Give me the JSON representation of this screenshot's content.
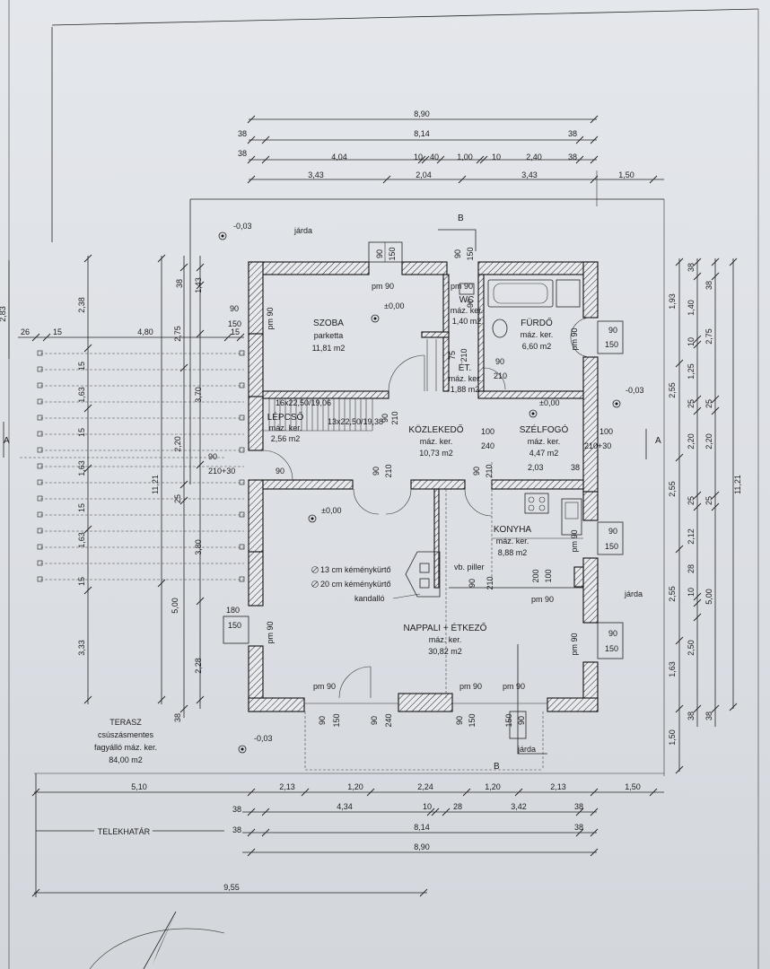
{
  "top_dims": {
    "row1": [
      "8,90"
    ],
    "row2": [
      "38",
      "8,14",
      "38"
    ],
    "row3": [
      "38",
      "4,04",
      "10",
      "40",
      "1,00",
      "10",
      "2,40",
      "38"
    ],
    "row4": [
      "3,43",
      "2,04",
      "3,43",
      "1,50"
    ]
  },
  "bottom_dims": {
    "row1": [
      "5,10",
      "2,13",
      "1,20",
      "2,24",
      "1,20",
      "2,13",
      "1,50"
    ],
    "row2": [
      "38",
      "4,34",
      "10",
      "28",
      "3,42",
      "38"
    ],
    "row3": [
      "38",
      "8,14",
      "38"
    ],
    "row4": [
      "8,90"
    ],
    "row5": [
      "9,55"
    ]
  },
  "left_dims": {
    "outer": [
      "2,38",
      "1,63",
      "1,63",
      "1,63",
      "3,33"
    ],
    "mid1": [
      "11,21",
      "5,00"
    ],
    "mid2": [
      "2,75",
      "2,20",
      "25",
      "38"
    ],
    "mid3": [
      "38",
      "1,43",
      "3,70",
      "3,80",
      "2,28"
    ],
    "terrace_top": [
      "26",
      "15",
      "4,80",
      "15"
    ],
    "clip_top": "2,83"
  },
  "right_dims": {
    "r1": [
      "1,93",
      "2,55",
      "2,55",
      "2,55",
      "1,63",
      "1,50"
    ],
    "r2": [
      "38",
      "1,40",
      "10",
      "1,25",
      "25",
      "2,20",
      "25",
      "2,12",
      "10",
      "28",
      "2,50",
      "38"
    ],
    "r3": [
      "38",
      "2,75",
      "25",
      "2,20",
      "25",
      "5,00",
      "38"
    ],
    "r4": [
      "11,21"
    ]
  },
  "rooms": {
    "szoba": {
      "name": "SZOBA",
      "floor": "parketta",
      "area": "11,81 m2"
    },
    "wc": {
      "name": "WC",
      "floor": "máz. ker.",
      "area": "1,40 m2"
    },
    "furdo": {
      "name": "FÜRDŐ",
      "floor": "máz. ker.",
      "area": "6,60 m2"
    },
    "et": {
      "name": "ÉT.",
      "floor": "máz. ker.",
      "area": "1,88 m2"
    },
    "lepcso": {
      "name": "LÉPCSŐ",
      "floor": "máz. ker.",
      "area": "2,56 m2"
    },
    "kozleked": {
      "name": "KÖZLEKEDŐ",
      "floor": "máz. ker.",
      "area": "10,73 m2"
    },
    "szelfogo": {
      "name": "SZÉLFOGÓ",
      "floor": "máz. ker.",
      "area": "4,47 m2"
    },
    "konyha": {
      "name": "KONYHA",
      "floor": "máz. ker.",
      "area": "8,88 m2"
    },
    "nappali": {
      "name": "NAPPALI + ÉTKEZŐ",
      "floor": "máz. ker.",
      "area": "30,82 m2"
    }
  },
  "terrace": {
    "name": "TERASZ",
    "line2": "csúszásmentes",
    "line3": "fagyálló máz. ker.",
    "area": "84,00 m2"
  },
  "labels": {
    "jarda": "járda",
    "telekhatar": "TELEKHATÁR",
    "section_a": "A",
    "section_b": "B",
    "level_0": "±0,00",
    "level_m003": "-0,03",
    "pm90": "pm 90",
    "chimney1": "13 cm kéménykürtő",
    "chimney2": "20 cm kéménykürtő",
    "kandallo": "kandalló",
    "vb_piller": "vb. piller",
    "stairs1": "16x22,50/19,06",
    "stairs2": "13x22,50/19,38"
  },
  "openings": {
    "n90": "90",
    "n150": "150",
    "n100": "100",
    "n210": "210",
    "n240": "240",
    "n180": "180",
    "n200": "200",
    "n75": "75",
    "n2103": "210+30",
    "n203": "2,03",
    "n38": "38"
  }
}
